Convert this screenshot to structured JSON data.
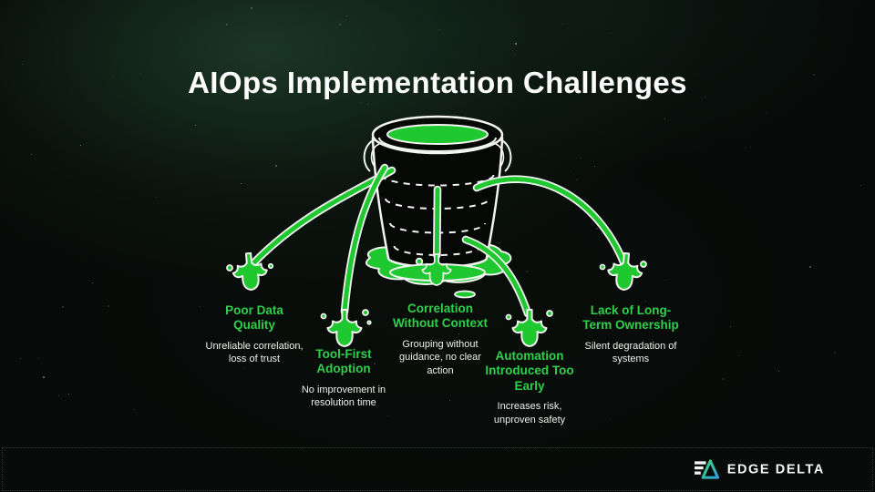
{
  "slide": {
    "title": "AIOps Implementation Challenges"
  },
  "challenges": [
    {
      "label": "Poor Data\nQuality",
      "description": "Unreliable correlation,\nloss of trust"
    },
    {
      "label": "Tool-First\nAdoption",
      "description": "No improvement in\nresolution time"
    },
    {
      "label": "Correlation\nWithout Context",
      "description": "Grouping without\nguidance, no clear\naction"
    },
    {
      "label": "Automation\nIntroduced Too\nEarly",
      "description": "Increases risk,\nunproven safety"
    },
    {
      "label": "Lack of Long-\nTerm Ownership",
      "description": "Silent degradation of\nsystems"
    }
  ],
  "illustration": {
    "icon": "leaky-bucket-icon",
    "parts": [
      "bucket-icon",
      "liquid-surface",
      "puddle-icon",
      "stream-icon",
      "splash-icon"
    ]
  },
  "footer": {
    "brand": "EDGE DELTA",
    "logo_icon": "edge-delta-triangle-icon"
  },
  "colors": {
    "background": "#080B09",
    "background_glow": "#2E5F40",
    "liquid_green": "#1FC82F",
    "label_green": "#2ED04A",
    "text_white": "#FBFCFB",
    "outline_white": "#F1F4F1",
    "logo_gradient_start": "#3BDB70",
    "logo_gradient_end": "#2D9FE0",
    "footer_dots": "#8CAF98"
  }
}
